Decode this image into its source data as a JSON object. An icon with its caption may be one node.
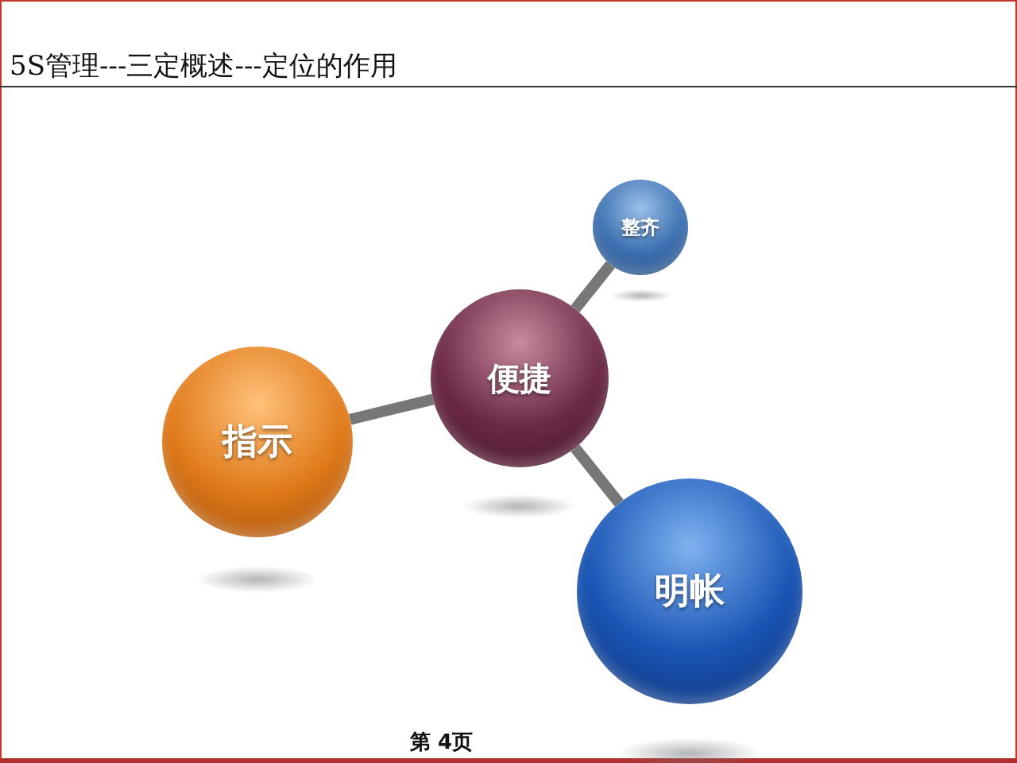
{
  "diagram": {
    "title": "5S管理---三定概述---定位的作用",
    "nodes": [
      {
        "text": [
          "便捷"
        ]
      },
      {
        "text": [
          "整齐"
        ]
      },
      {
        "text": [
          "指示"
        ]
      },
      {
        "text": [
          "明帐"
        ]
      }
    ],
    "edges": [
      {
        "from": 0,
        "to": 1,
        "arrow": "none"
      },
      {
        "from": 0,
        "to": 2,
        "arrow": "none"
      },
      {
        "from": 0,
        "to": 3,
        "arrow": "none"
      }
    ],
    "labels": [
      "第 4页"
    ]
  }
}
